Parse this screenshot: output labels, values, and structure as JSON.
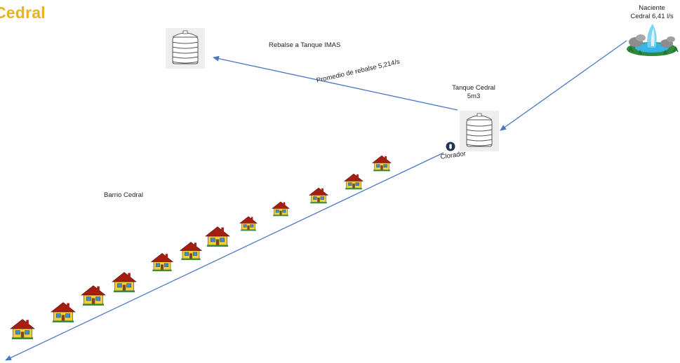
{
  "title": "Cedral",
  "labels": {
    "spring_line1": "Naciente",
    "spring_line2": "Cedral 6,41 l/s",
    "overflow": "Rebalse a Tanque IMAS",
    "overflow_avg": "Promedio de rebalse 5,214/s",
    "tank_line1": "Tanque Cedral",
    "tank_line2": "5m3",
    "chlorinator": "Clorador",
    "neighborhood": "Barrio Cedral"
  },
  "colors": {
    "arrow": "#4a78c2",
    "title": "#e8b222",
    "house_roof": "#a51e12",
    "house_wall": "#f2cf3c",
    "tank": "#ffffff"
  },
  "icons": [
    "spring-icon",
    "tank-icon",
    "chlorinator-icon",
    "house-icon"
  ]
}
